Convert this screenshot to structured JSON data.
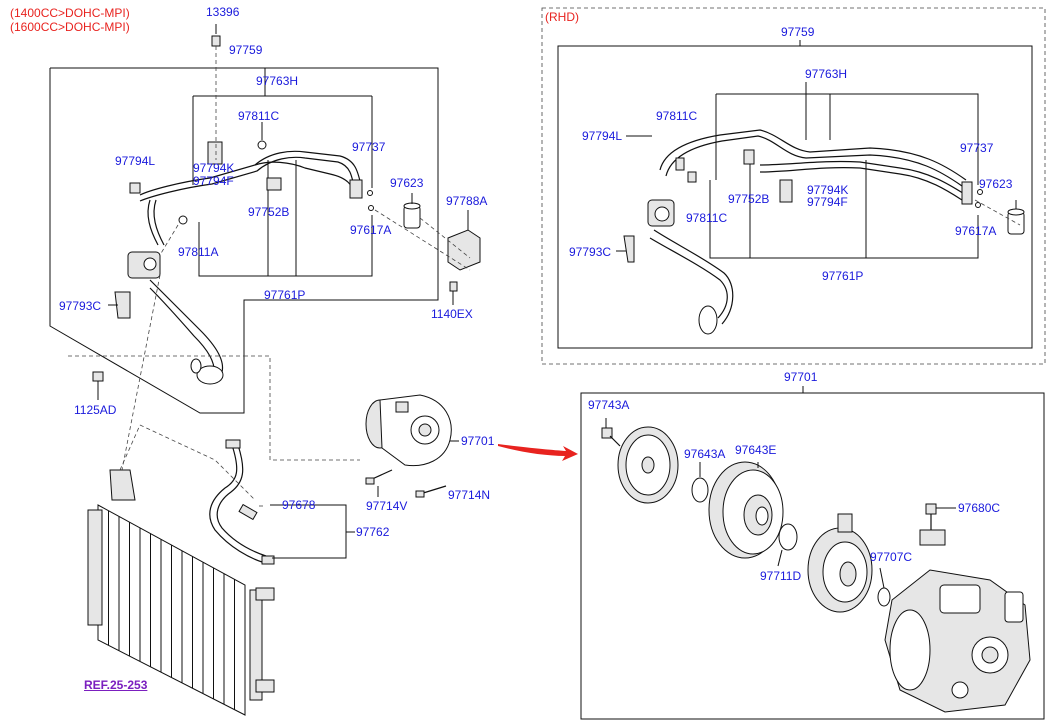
{
  "headers": {
    "engine_1": "(1400CC>DOHC-MPI)",
    "engine_2": "(1600CC>DOHC-MPI)",
    "rhd": "(RHD)"
  },
  "left_labels": {
    "p13396": "13396",
    "p97759": "97759",
    "p97763h": "97763H",
    "p97811c": "97811C",
    "p97737": "97737",
    "p97794l": "97794L",
    "p97794k": "97794K",
    "p97794f": "97794F",
    "p97623": "97623",
    "p97752b": "97752B",
    "p97788a": "97788A",
    "p97617a": "97617A",
    "p97811a": "97811A",
    "p97761p": "97761P",
    "p1140ex": "1140EX",
    "p97793c": "97793C",
    "p1125ad": "1125AD",
    "p97701": "97701",
    "p97714v": "97714V",
    "p97714n": "97714N",
    "p97678": "97678",
    "p97762": "97762",
    "ref": "REF.25-253"
  },
  "rhd_labels": {
    "p97759": "97759",
    "p97763h": "97763H",
    "p97794l": "97794L",
    "p97811c_top": "97811C",
    "p97737": "97737",
    "p97794k": "97794K",
    "p97794f": "97794F",
    "p97623": "97623",
    "p97752b": "97752B",
    "p97811c_low": "97811C",
    "p97617a": "97617A",
    "p97793c": "97793C",
    "p97761p": "97761P"
  },
  "compressor_labels": {
    "p97701": "97701",
    "p97743a": "97743A",
    "p97643a": "97643A",
    "p97643e": "97643E",
    "p97680c": "97680C",
    "p97707c": "97707C",
    "p97711d": "97711D"
  }
}
